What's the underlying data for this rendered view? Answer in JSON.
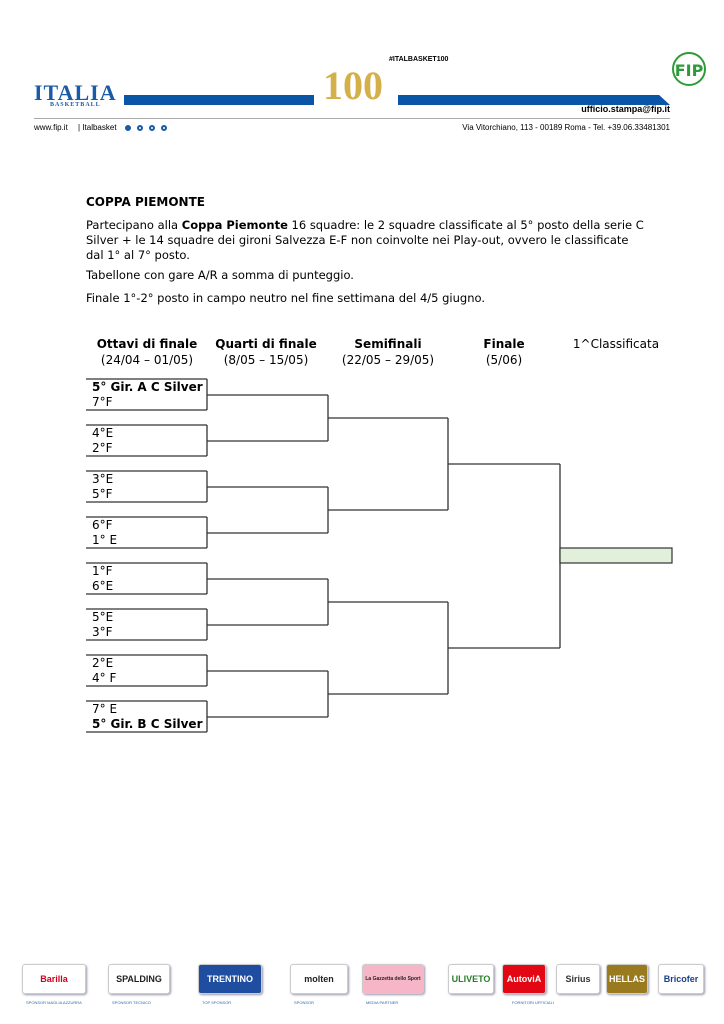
{
  "header": {
    "logo_left": "ITALIA",
    "logo_left_sub": "BASKETBALL",
    "logo_center": "100",
    "hashtag": "#ITALBASKET100",
    "logo_right": "FIP",
    "email": "ufficio.stampa@fip.it",
    "website": "www.fip.it",
    "social_handle": "Italbasket",
    "social_icons": [
      "facebook-icon",
      "twitter-icon",
      "instagram-icon",
      "youtube-icon"
    ],
    "address": "Via Vitorchiano, 113 - 00189 Roma - Tel. +39.06.33481301",
    "brand_color": "#0b55a6"
  },
  "document": {
    "title": "COPPA PIEMONTE",
    "para1_pre": "Partecipano alla ",
    "para1_bold": "Coppa Piemonte",
    "para1_post": " 16 squadre: le 2 squadre classificate al 5° posto della serie C Silver + le 14 squadre dei gironi Salvezza E-F non coinvolte nei Play-out, ovvero le classificate dal 1° al 7° posto.",
    "para2": "Tabellone con gare A/R a somma di punteggio.",
    "para3": "Finale 1°-2° posto in campo neutro nel fine settimana del 4/5 giugno."
  },
  "bracket": {
    "columns": [
      {
        "title": "Ottavi di finale",
        "dates": "(24/04 – 01/05)"
      },
      {
        "title": "Quarti di finale",
        "dates": "(8/05 – 15/05)"
      },
      {
        "title": "Semifinali",
        "dates": "(22/05 – 29/05)"
      },
      {
        "title": "Finale",
        "dates": "(5/06)"
      },
      {
        "title": "",
        "dates": "1^Classificata"
      }
    ],
    "matches": [
      [
        "5° Gir. A C Silver",
        "7°F"
      ],
      [
        "4°E",
        "2°F"
      ],
      [
        "3°E",
        "5°F"
      ],
      [
        "6°F",
        "1° E"
      ],
      [
        "1°F",
        "6°E"
      ],
      [
        "5°E",
        "3°F"
      ],
      [
        "2°E",
        "4° F"
      ],
      [
        "7° E",
        "5° Gir. B C Silver"
      ]
    ],
    "winner_box_color": "#e2efda"
  },
  "footer": {
    "sponsors": [
      {
        "name": "Barilla",
        "label": "SPONSOR MAGLIA AZZURRA"
      },
      {
        "name": "SPALDING",
        "label": "SPONSOR TECNICO"
      },
      {
        "name": "TRENTINO",
        "label": "TOP SPONSOR"
      },
      {
        "name": "molten",
        "label": "SPONSOR"
      },
      {
        "name": "La Gazzetta dello Sport",
        "label": "MEDIA PARTNER"
      },
      {
        "name": "ULIVETO",
        "label": ""
      },
      {
        "name": "AutoviA",
        "label": "FORNITORI UFFICIALI"
      },
      {
        "name": "Sirius",
        "label": ""
      },
      {
        "name": "HELLAS",
        "label": ""
      },
      {
        "name": "Bricofer",
        "label": ""
      }
    ]
  }
}
